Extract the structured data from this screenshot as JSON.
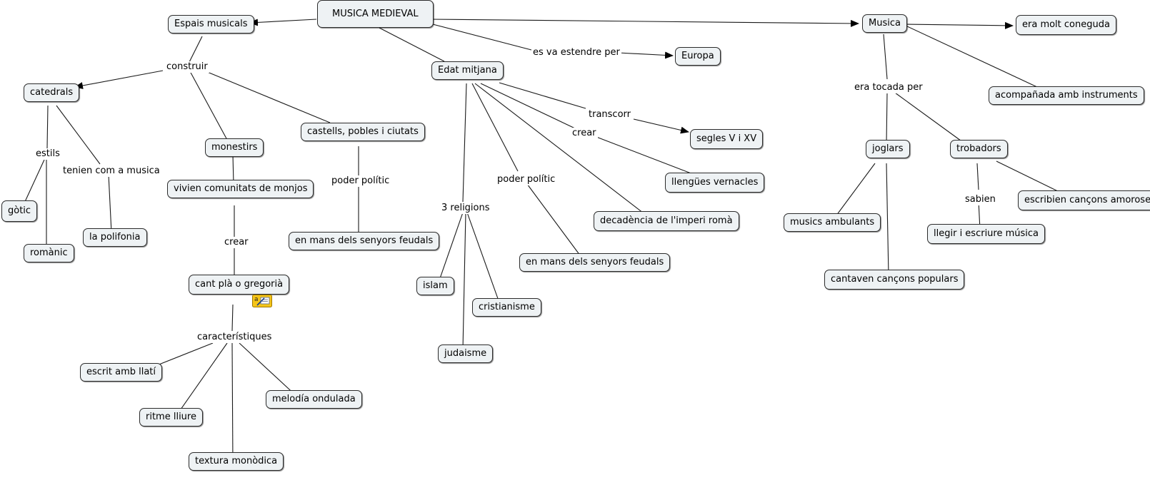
{
  "nodes": {
    "root": "MUSICA MEDIEVAL",
    "espais": "Espais musicals",
    "catedrals": "catedrals",
    "gotic": "gòtic",
    "romanic": "romànic",
    "polifonia": "la polifonia",
    "monestirs": "monestirs",
    "vivien": "vivien comunitats de monjos",
    "cant": "cant plà o gregorià",
    "escrit": "escrit amb llatí",
    "ritme": "ritme lliure",
    "textura": "textura monòdica",
    "melodia": "melodía ondulada",
    "castells": "castells, pobles i ciutats",
    "senyors1": "en mans dels senyors feudals",
    "edat": "Edat mitjana",
    "europa": "Europa",
    "islam": "islam",
    "cristianisme": "cristianisme",
    "judaisme": "judaisme",
    "senyors2": "en mans dels senyors feudals",
    "decadencia": "decadència de l'imperi romà",
    "llengues": "llengües vernacles",
    "segles": "segles V i XV",
    "musica": "Musica",
    "coneguda": "era molt coneguda",
    "acompanyada": "acompañada amb instruments",
    "joglars": "joglars",
    "trobadors": "trobadors",
    "ambulants": "musics ambulants",
    "cantaven": "cantaven cançons populars",
    "llegir": "llegir i escriure música",
    "escribien": "escribien cançons amoroses"
  },
  "linking_phrases": {
    "construir": "construir",
    "estils": "estils",
    "tenien": "tenien com a musica",
    "crear1": "crear",
    "caracteristiques": "característiques",
    "poder1": "poder polític",
    "estendre": "es va estendre per",
    "religions": "3 religions",
    "poder2": "poder polític",
    "crear2": "crear",
    "transcorr": "transcorr",
    "tocada": "era tocada per",
    "sabien": "sabien"
  },
  "icons": {
    "note": "note-attachment-icon"
  },
  "colors": {
    "node_fill": "#eef2f4",
    "node_border": "#2b2b2b",
    "line": "#1a1a1a",
    "note_fill": "#f5c518"
  }
}
